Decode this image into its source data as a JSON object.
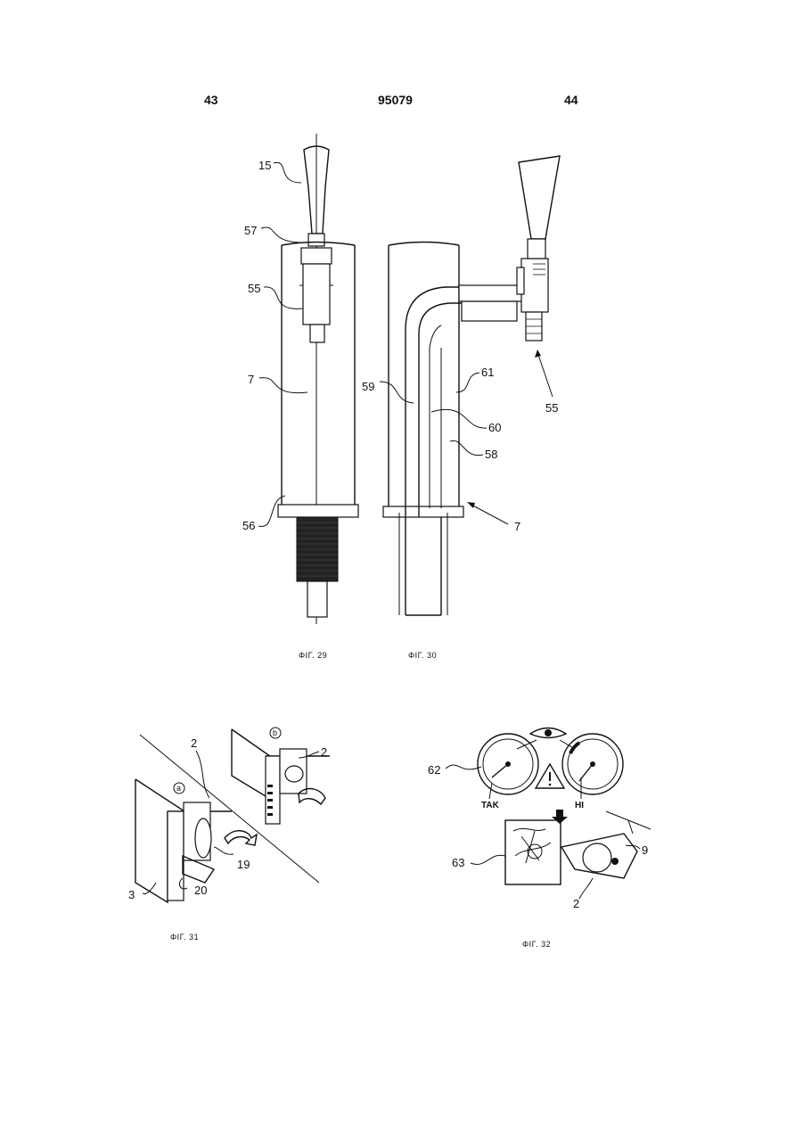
{
  "header": {
    "left_page": "43",
    "patent_number": "95079",
    "right_page": "44"
  },
  "figures": {
    "fig29": {
      "caption": "ΦΙΓ. 29",
      "labels": {
        "l15": "15",
        "l57": "57",
        "l55": "55",
        "l7": "7",
        "l56": "56"
      }
    },
    "fig30": {
      "caption": "ΦΙΓ. 30",
      "labels": {
        "l61": "61",
        "l59": "59",
        "l55": "55",
        "l60": "60",
        "l58": "58",
        "l7": "7"
      }
    },
    "fig31": {
      "caption": "ΦΙΓ. 31",
      "labels": {
        "l2a": "2",
        "l2b": "2",
        "la": "a",
        "lb": "b",
        "l19": "19",
        "l3": "3",
        "l20": "20"
      }
    },
    "fig32": {
      "caption": "ΦΙΓ. 32",
      "labels": {
        "l62": "62",
        "tak": "ΤΑΚ",
        "hi": "HI",
        "l63": "63",
        "l9": "9",
        "l2": "2"
      }
    }
  }
}
